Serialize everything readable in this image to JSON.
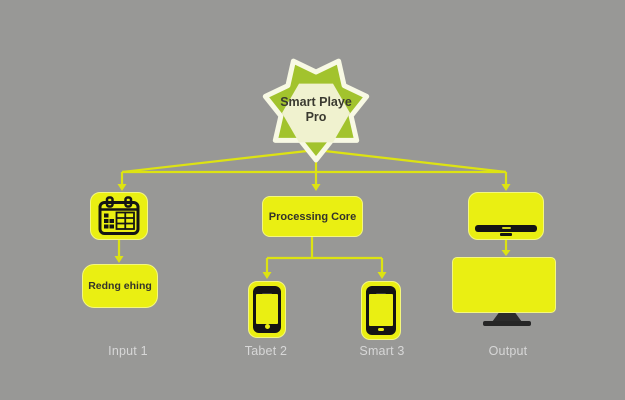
{
  "canvas": {
    "background": "#989896"
  },
  "colors": {
    "node_yellow": "#eaef12",
    "connector_yellow": "#dde312",
    "star_green": "#a2c32d",
    "star_inner_cream": "#f0f2cf",
    "star_outline_cream": "#f8f9e4",
    "icon_black": "#141414",
    "box_text": "#33332b",
    "caption_gray": "#d7d7d7",
    "stand_dark": "#2c2c2c"
  },
  "badge": {
    "title_line1": "Smart Playe",
    "title_line2": "Pro"
  },
  "boxes": {
    "reading_label": "Redng ehing",
    "processing_label": "Processing Core"
  },
  "icons": {
    "badge": "star-badge-icon",
    "input": "calendar-icon",
    "right_node": "tv-icon",
    "tablet": "smartphone-icon",
    "smart": "smartphone-icon",
    "output": "monitor-icon"
  },
  "captions": {
    "input": "Input 1",
    "tablet": "Tabet 2",
    "smart": "Smart 3",
    "output": "Output"
  }
}
